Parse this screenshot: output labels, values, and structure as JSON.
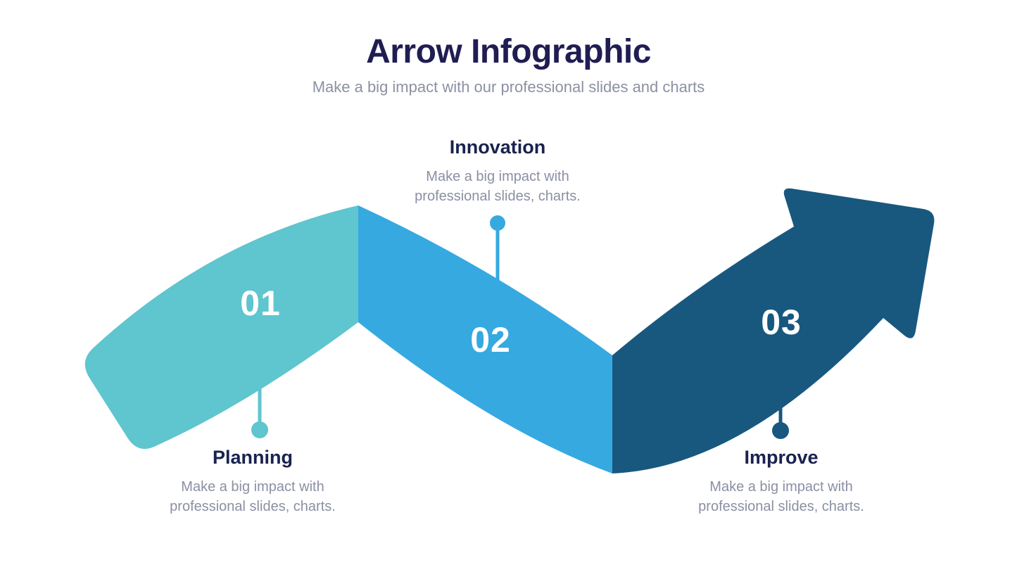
{
  "slide": {
    "title": "Arrow Infographic",
    "subtitle": "Make a big impact with our professional slides and charts",
    "background_color": "#ffffff",
    "title_color": "#201D53",
    "subtitle_color": "#8C90A4"
  },
  "steps": [
    {
      "number": "01",
      "title": "Planning",
      "description": "Make a big impact with professional slides, charts.",
      "color": "#5FC5CE",
      "label_position": "below-arrow"
    },
    {
      "number": "02",
      "title": "Innovation",
      "description": "Make a big impact with professional slides, charts.",
      "color": "#36A9E1",
      "label_position": "above-arrow"
    },
    {
      "number": "03",
      "title": "Improve",
      "description": "Make a big impact with professional slides, charts.",
      "color": "#18587F",
      "label_position": "below-arrow"
    }
  ],
  "text_colors": {
    "heading": "#19224F",
    "body": "#8B8FA3",
    "step_number": "#ffffff"
  }
}
